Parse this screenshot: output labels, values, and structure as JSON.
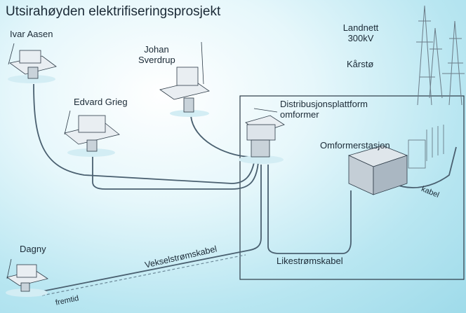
{
  "title": "Utsirahøyden elektrifiseringsprosjekt",
  "labels": {
    "ivar_aasen": "Ivar Aasen",
    "edvard_grieg": "Edvard Grieg",
    "johan_sverdrup_1": "Johan",
    "johan_sverdrup_2": "Sverdrup",
    "distribution_1": "Distribusjonsplattform",
    "distribution_2": "omformer",
    "landnett_1": "Landnett",
    "landnett_2": "300kV",
    "karsto": "Kårstø",
    "omformerstasjon": "Omformerstasjon",
    "kabel": "kabel",
    "likestromskabel": "Likestrømskabel",
    "vekselstromskabel": "Vekselstrømskabel",
    "dagny": "Dagny",
    "fremtid": "fremtid"
  },
  "colors": {
    "water_light": "#e6f7fb",
    "water_dark": "#9fdbea",
    "cable": "#4a6070",
    "platform": "#e9eef2",
    "platform_edge": "#2c3a46",
    "text": "#1b2a36"
  }
}
